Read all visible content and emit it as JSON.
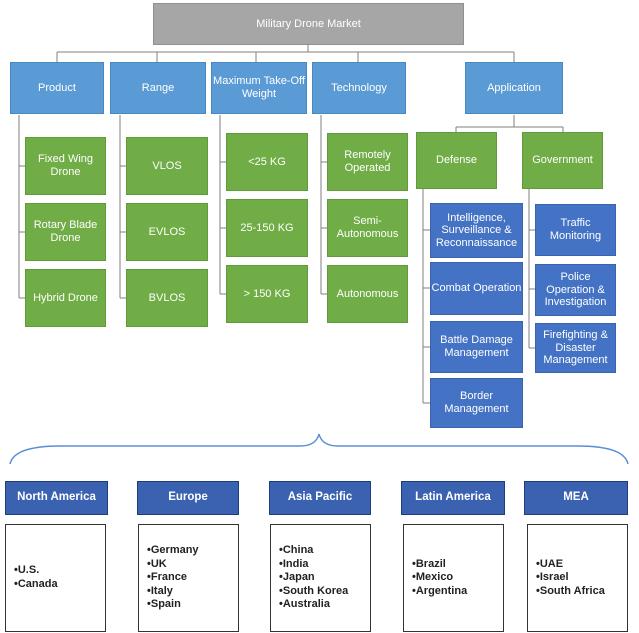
{
  "root": {
    "title": "Military Drone Market"
  },
  "categories": {
    "product": {
      "label": "Product",
      "items": [
        "Fixed Wing Drone",
        "Rotary Blade Drone",
        "Hybrid Drone"
      ]
    },
    "range": {
      "label": "Range",
      "items": [
        "VLOS",
        "EVLOS",
        "BVLOS"
      ]
    },
    "weight": {
      "label": "Maximum Take-Off Weight",
      "items": [
        "<25 KG",
        "25-150 KG",
        "> 150 KG"
      ]
    },
    "technology": {
      "label": "Technology",
      "items": [
        "Remotely Operated",
        "Semi-Autonomous",
        "Autonomous"
      ]
    },
    "application": {
      "label": "Application",
      "defense": {
        "label": "Defense",
        "items": [
          "Intelligence, Surveillance & Reconnaissance",
          "Combat Operation",
          "Battle Damage Management",
          "Border Management"
        ]
      },
      "government": {
        "label": "Government",
        "items": [
          "Traffic Monitoring",
          "Police Operation & Investigation",
          "Firefighting & Disaster Management"
        ]
      }
    }
  },
  "regions": [
    {
      "name": "North America",
      "countries": [
        "U.S.",
        "Canada"
      ]
    },
    {
      "name": "Europe",
      "countries": [
        "Germany",
        "UK",
        "France",
        "Italy",
        "Spain"
      ]
    },
    {
      "name": "Asia Pacific",
      "countries": [
        "China",
        "India",
        "Japan",
        "South Korea",
        "Australia"
      ]
    },
    {
      "name": "Latin America",
      "countries": [
        "Brazil",
        "Mexico",
        "Argentina"
      ]
    },
    {
      "name": "MEA",
      "countries": [
        "UAE",
        "Israel",
        "South Africa"
      ]
    }
  ],
  "colors": {
    "root": "#a6a6a6",
    "category": "#5b9bd5",
    "leaf_green": "#70ad47",
    "leaf_blue": "#4472c4",
    "region": "#3a62b0",
    "connector": "#7f7f7f"
  }
}
